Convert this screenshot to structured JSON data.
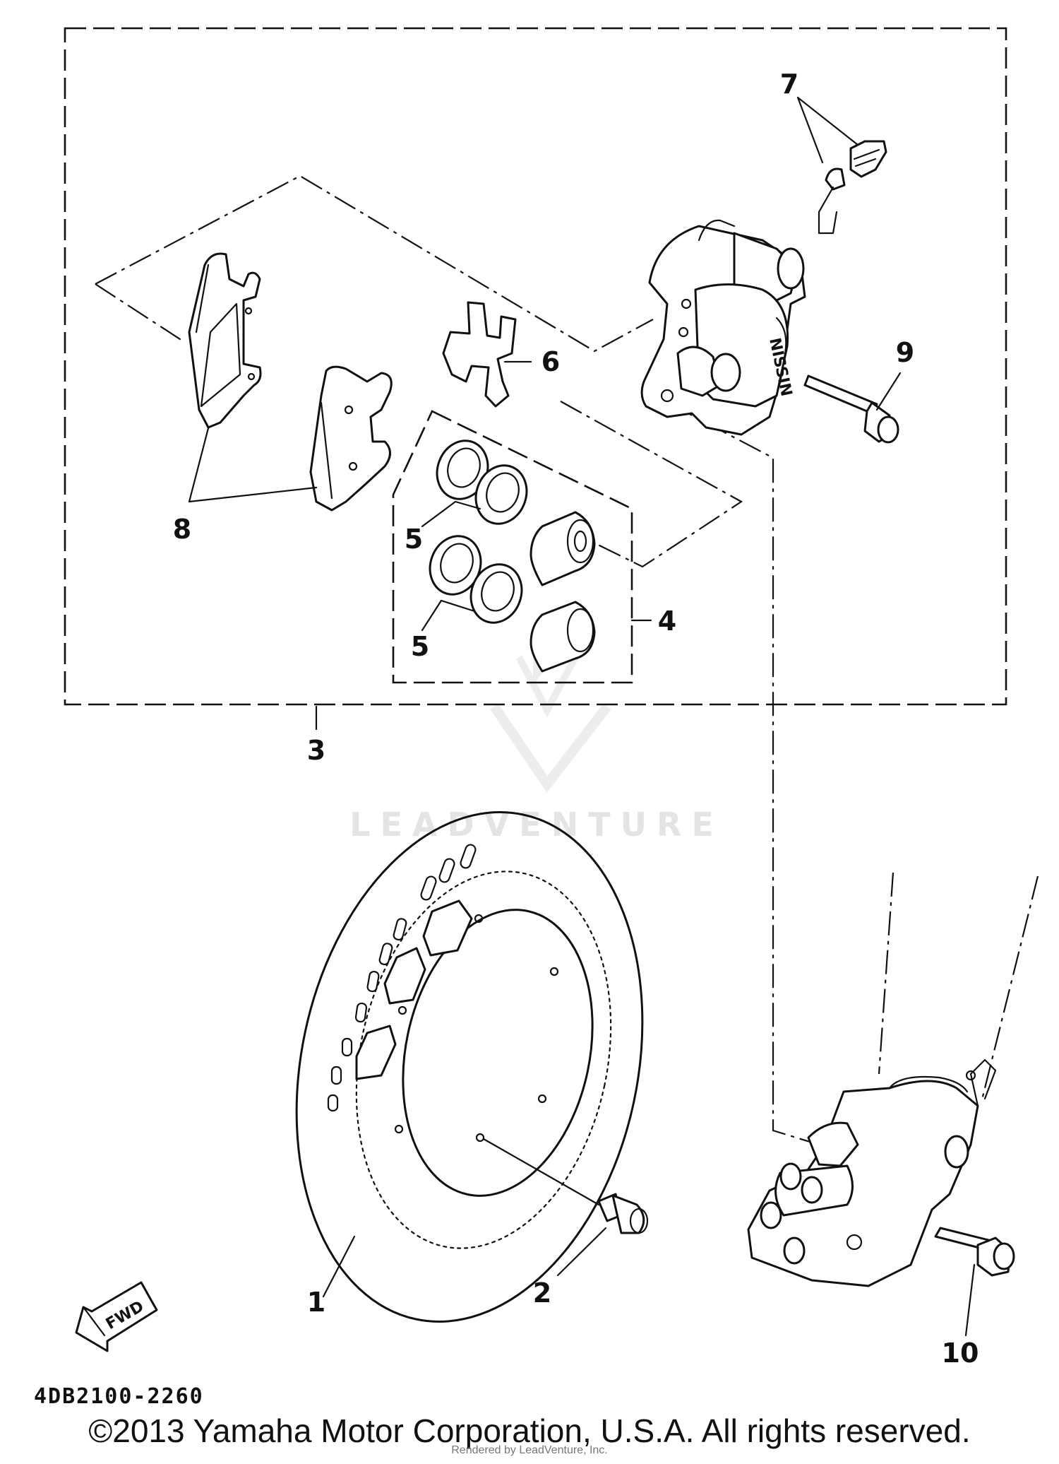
{
  "callouts": {
    "c1": "1",
    "c2": "2",
    "c3": "3",
    "c4": "4",
    "c5a": "5",
    "c5b": "5",
    "c6": "6",
    "c7": "7",
    "c8": "8",
    "c9": "9",
    "c10": "10"
  },
  "fwd_label": "FWD",
  "caliper_stamp": "NISSIN",
  "diagram_code": "4DB2100-2260",
  "watermark": "LEADVENTURE",
  "copyright": "©2013 Yamaha Motor Corporation, U.S.A. All rights reserved.",
  "rendered_by": "Rendered by LeadVenture, Inc.",
  "colors": {
    "ink": "#111111",
    "watermark": "#e4e4e4",
    "background": "#ffffff"
  }
}
